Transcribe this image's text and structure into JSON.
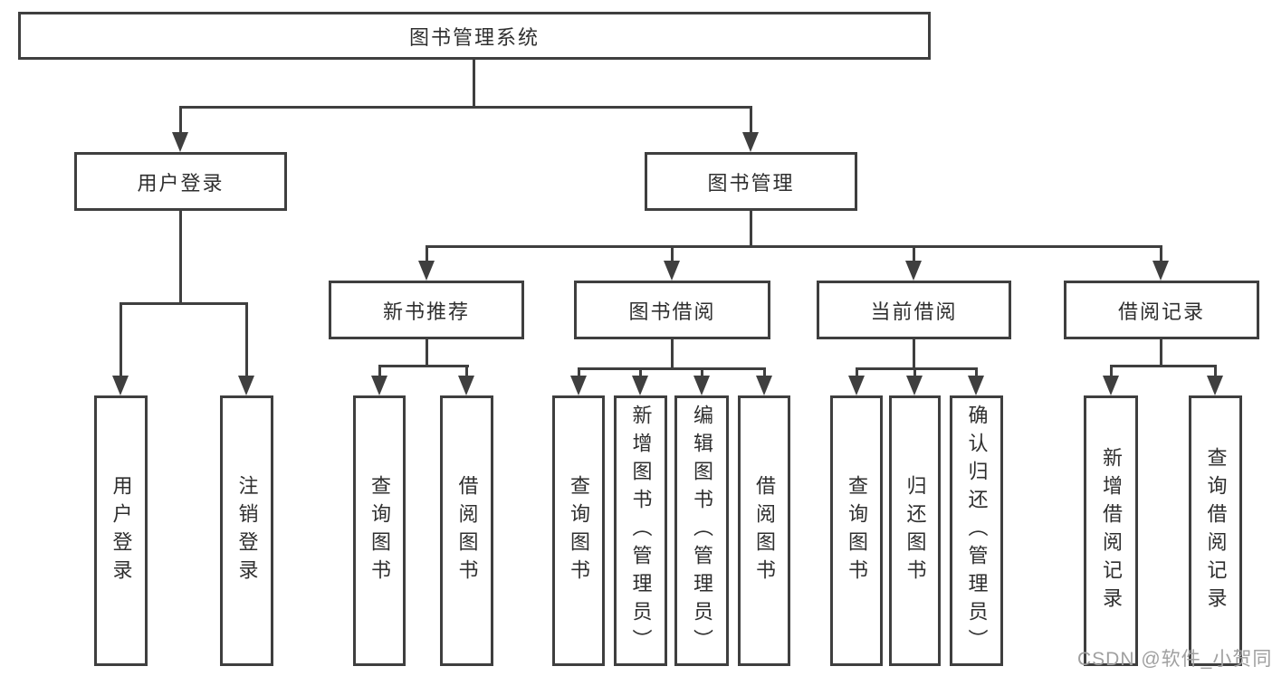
{
  "tree": {
    "root": {
      "label": "图书管理系统"
    },
    "branches": [
      {
        "label": "用户登录",
        "children": [
          {
            "label": "用户登录"
          },
          {
            "label": "注销登录"
          }
        ]
      },
      {
        "label": "图书管理",
        "groups": [
          {
            "label": "新书推荐",
            "children": [
              {
                "label": "查询图书"
              },
              {
                "label": "借阅图书"
              }
            ]
          },
          {
            "label": "图书借阅",
            "children": [
              {
                "label": "查询图书"
              },
              {
                "label": "新增图书（管理员）"
              },
              {
                "label": "编辑图书（管理员）"
              },
              {
                "label": "借阅图书"
              }
            ]
          },
          {
            "label": "当前借阅",
            "children": [
              {
                "label": "查询图书"
              },
              {
                "label": "归还图书"
              },
              {
                "label": "确认归还（管理员）"
              }
            ]
          },
          {
            "label": "借阅记录",
            "children": [
              {
                "label": "新增借阅记录"
              },
              {
                "label": "查询借阅记录"
              }
            ]
          }
        ]
      }
    ]
  },
  "watermark": {
    "text": "CSDN @软件_小贺同学"
  },
  "colors": {
    "line": "#3f3f3f",
    "text": "#2f2f2f",
    "background": "#ffffff",
    "watermark": "#a0a0a0"
  }
}
